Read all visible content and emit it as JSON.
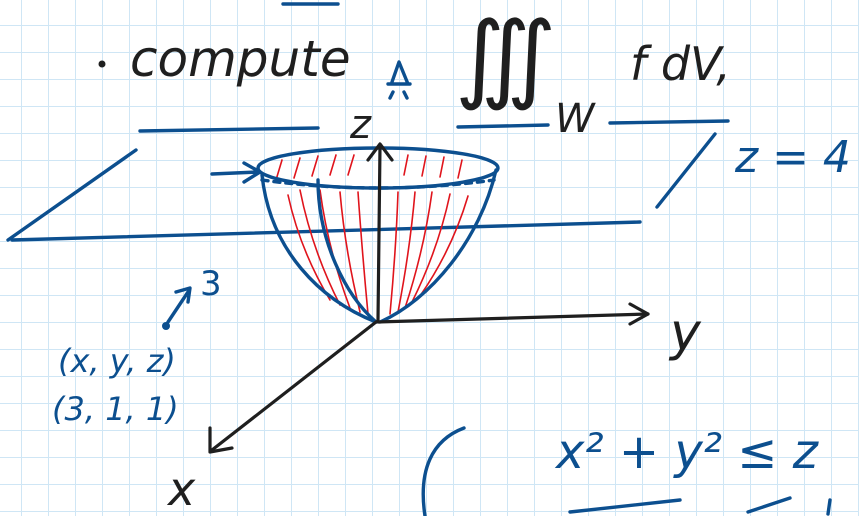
{
  "note": {
    "instruction": "compute",
    "integral_symbol": "∭",
    "region_subscript": "W",
    "integrand": "f dV,",
    "axis_labels": {
      "z": "z",
      "y": "y",
      "x": "x"
    },
    "plane_label": "z = 4",
    "point_arrow_label": "3",
    "point_coords_label": "(x, y, z)",
    "point_coords_value": "(3, 1, 1)",
    "condition_1": "x² + y² ≤ z"
  },
  "colors": {
    "ink_black": "#1f1f1f",
    "ink_blue": "#0c4f8f",
    "ink_red": "#e0141c",
    "grid": "#cfe6f5"
  }
}
